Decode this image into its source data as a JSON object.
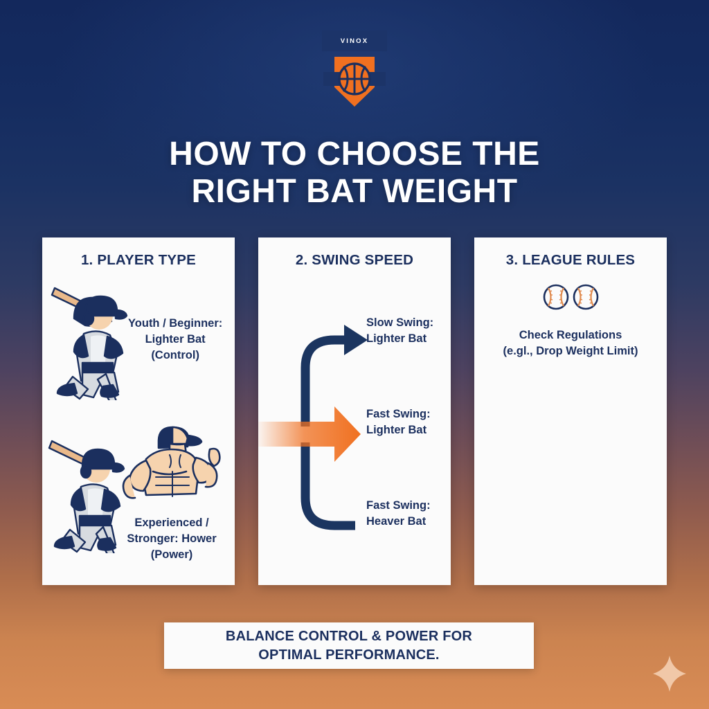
{
  "brand": {
    "name": "VINOX",
    "logo_icon": "basketball-shield-logo"
  },
  "colors": {
    "navy": "#1b2f5e",
    "deep_navy": "#13285c",
    "orange": "#f07020",
    "card_bg": "#fbfbfb",
    "bg_top": "#13285c",
    "bg_bottom": "#d98c55"
  },
  "title": {
    "line1": "HOW TO CHOOSE THE",
    "line2": "RIGHT BAT WEIGHT"
  },
  "cards": [
    {
      "title": "1. PLAYER TYPE",
      "items": [
        {
          "icon": "baseball-batter-icon",
          "line1": "Youth / Beginner:",
          "line2": "Lighter Bat",
          "line3": "(Control)"
        },
        {
          "icon": "flexing-muscles-icon",
          "line1": "Experienced /",
          "line2": "Stronger: Hower",
          "line3": "(Power)"
        }
      ]
    },
    {
      "title": "2. SWING SPEED",
      "branches": [
        {
          "arrow": "curved-up-arrow-icon",
          "line1": "Slow Swing:",
          "line2": "Lighter Bat"
        },
        {
          "arrow": "straight-orange-arrow-icon",
          "line1": "Fast Swing:",
          "line2": "Lighter Bat"
        },
        {
          "arrow": "curved-down-arrow-icon",
          "line1": "Fast Swing:",
          "line2": "Heaver Bat"
        }
      ]
    },
    {
      "title": "3. LEAGUE RULES",
      "icon": "baseball-pair-icon",
      "line1": "Check Regulations",
      "line2": "(e.gl., Drop Weight Limit)"
    }
  ],
  "footer": {
    "line1": "BALANCE CONTROL & POWER FOR",
    "line2": "OPTIMAL PERFORMANCE."
  },
  "decoration": {
    "sparkle": "four-point-star-icon"
  }
}
